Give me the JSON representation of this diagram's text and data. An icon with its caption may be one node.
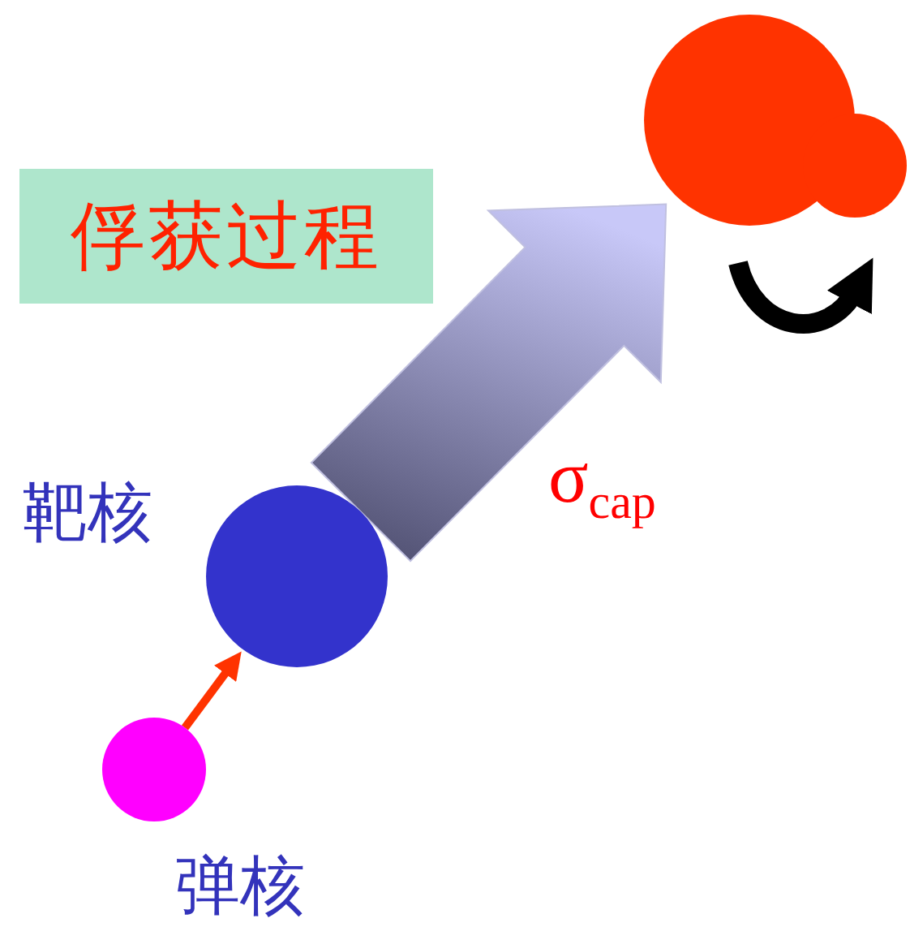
{
  "diagram": {
    "nodes": [
      {
        "text": [],
        "shape": "circle"
      },
      {
        "text": [
          "俘获过程"
        ]
      },
      {
        "text": [],
        "shape": "circle",
        "beside": [
          "靶核"
        ]
      },
      {
        "text": [],
        "shape": "circle",
        "beside": [
          "弹核"
        ]
      }
    ],
    "edges": [
      {
        "from": 3,
        "to": 2,
        "arrow": "to",
        "color": "#ff3300"
      },
      {
        "from": 2,
        "to": 0,
        "arrow": "to",
        "label": "σ$_{cap}$",
        "style": "thick",
        "color": "#c8c8f8"
      }
    ]
  }
}
